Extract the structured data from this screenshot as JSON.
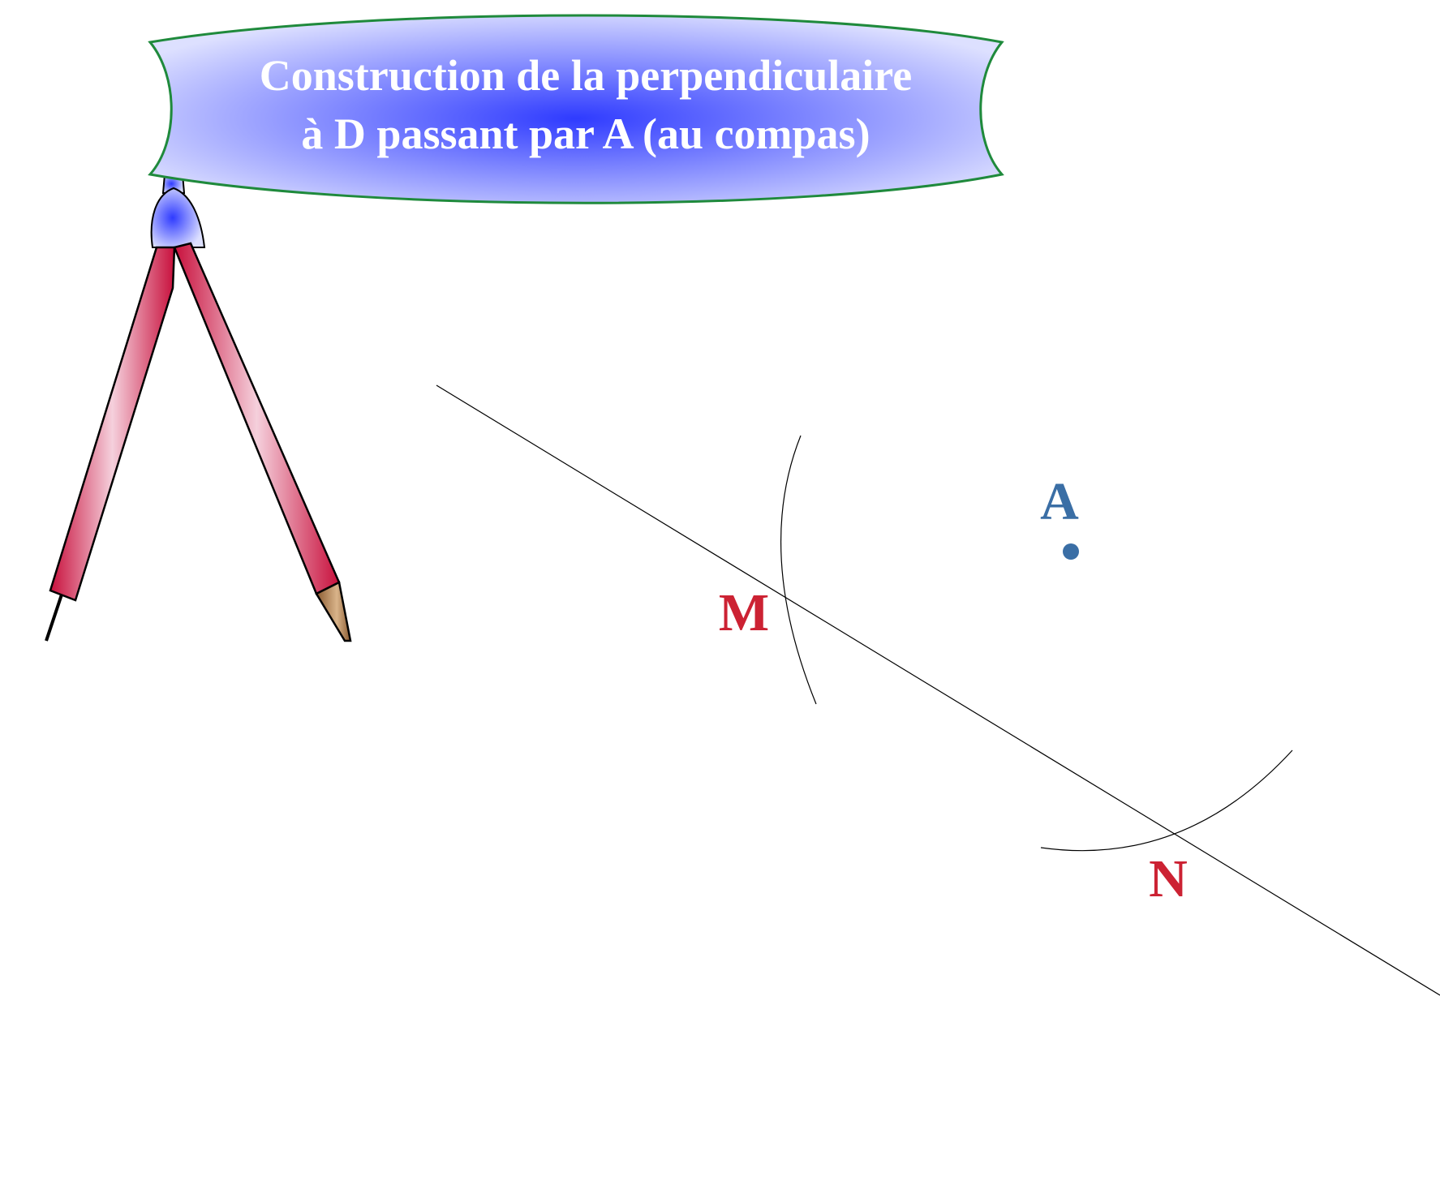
{
  "banner": {
    "line1": "Construction de la perpendiculaire",
    "line2": "à D passant par A (au compas)"
  },
  "points": {
    "A": {
      "label": "A",
      "color": "#3a6ea5"
    },
    "M": {
      "label": "M",
      "color": "#cc2233"
    },
    "N": {
      "label": "N",
      "color": "#cc2233"
    }
  },
  "colors": {
    "banner_border": "#1f8a3c",
    "banner_center": "#2f3bff",
    "banner_edge": "#d8dcff",
    "compass_leg": "#d01848",
    "pencil_tip": "#9b6a3c",
    "construction_lines": "#000000"
  },
  "icons": {
    "compass": "compass-icon"
  }
}
